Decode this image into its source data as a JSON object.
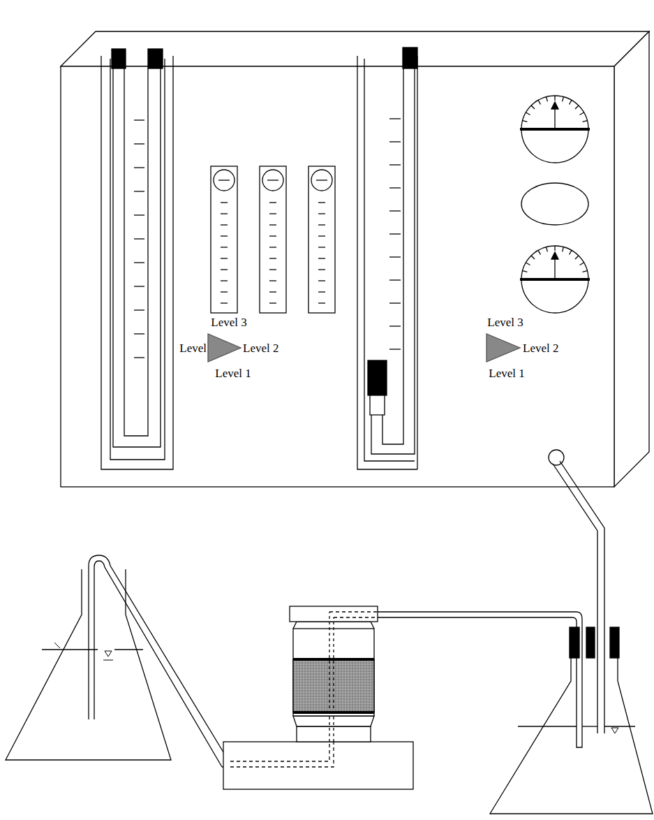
{
  "diagram": {
    "labels": [
      "Level 3",
      "Level",
      "Level 2",
      "Level 1",
      "Level 3",
      "Level 2",
      "Level 1"
    ]
  }
}
